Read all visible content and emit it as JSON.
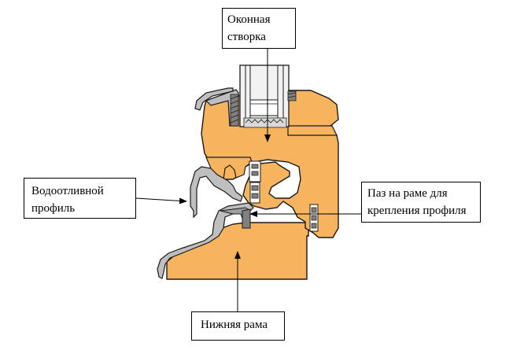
{
  "labels": {
    "sash": "Оконная\nстворка",
    "drip_profile": "Водоотливной\nпрофиль",
    "groove": "Паз на раме для\nкрепления профиля",
    "bottom_frame": "Нижняя рама"
  },
  "colors": {
    "wood": "#F6B45E",
    "outline": "#1A1A1A",
    "profile": "#BFBFBF",
    "seal": "#808080",
    "glass": "#F2F2F2"
  }
}
